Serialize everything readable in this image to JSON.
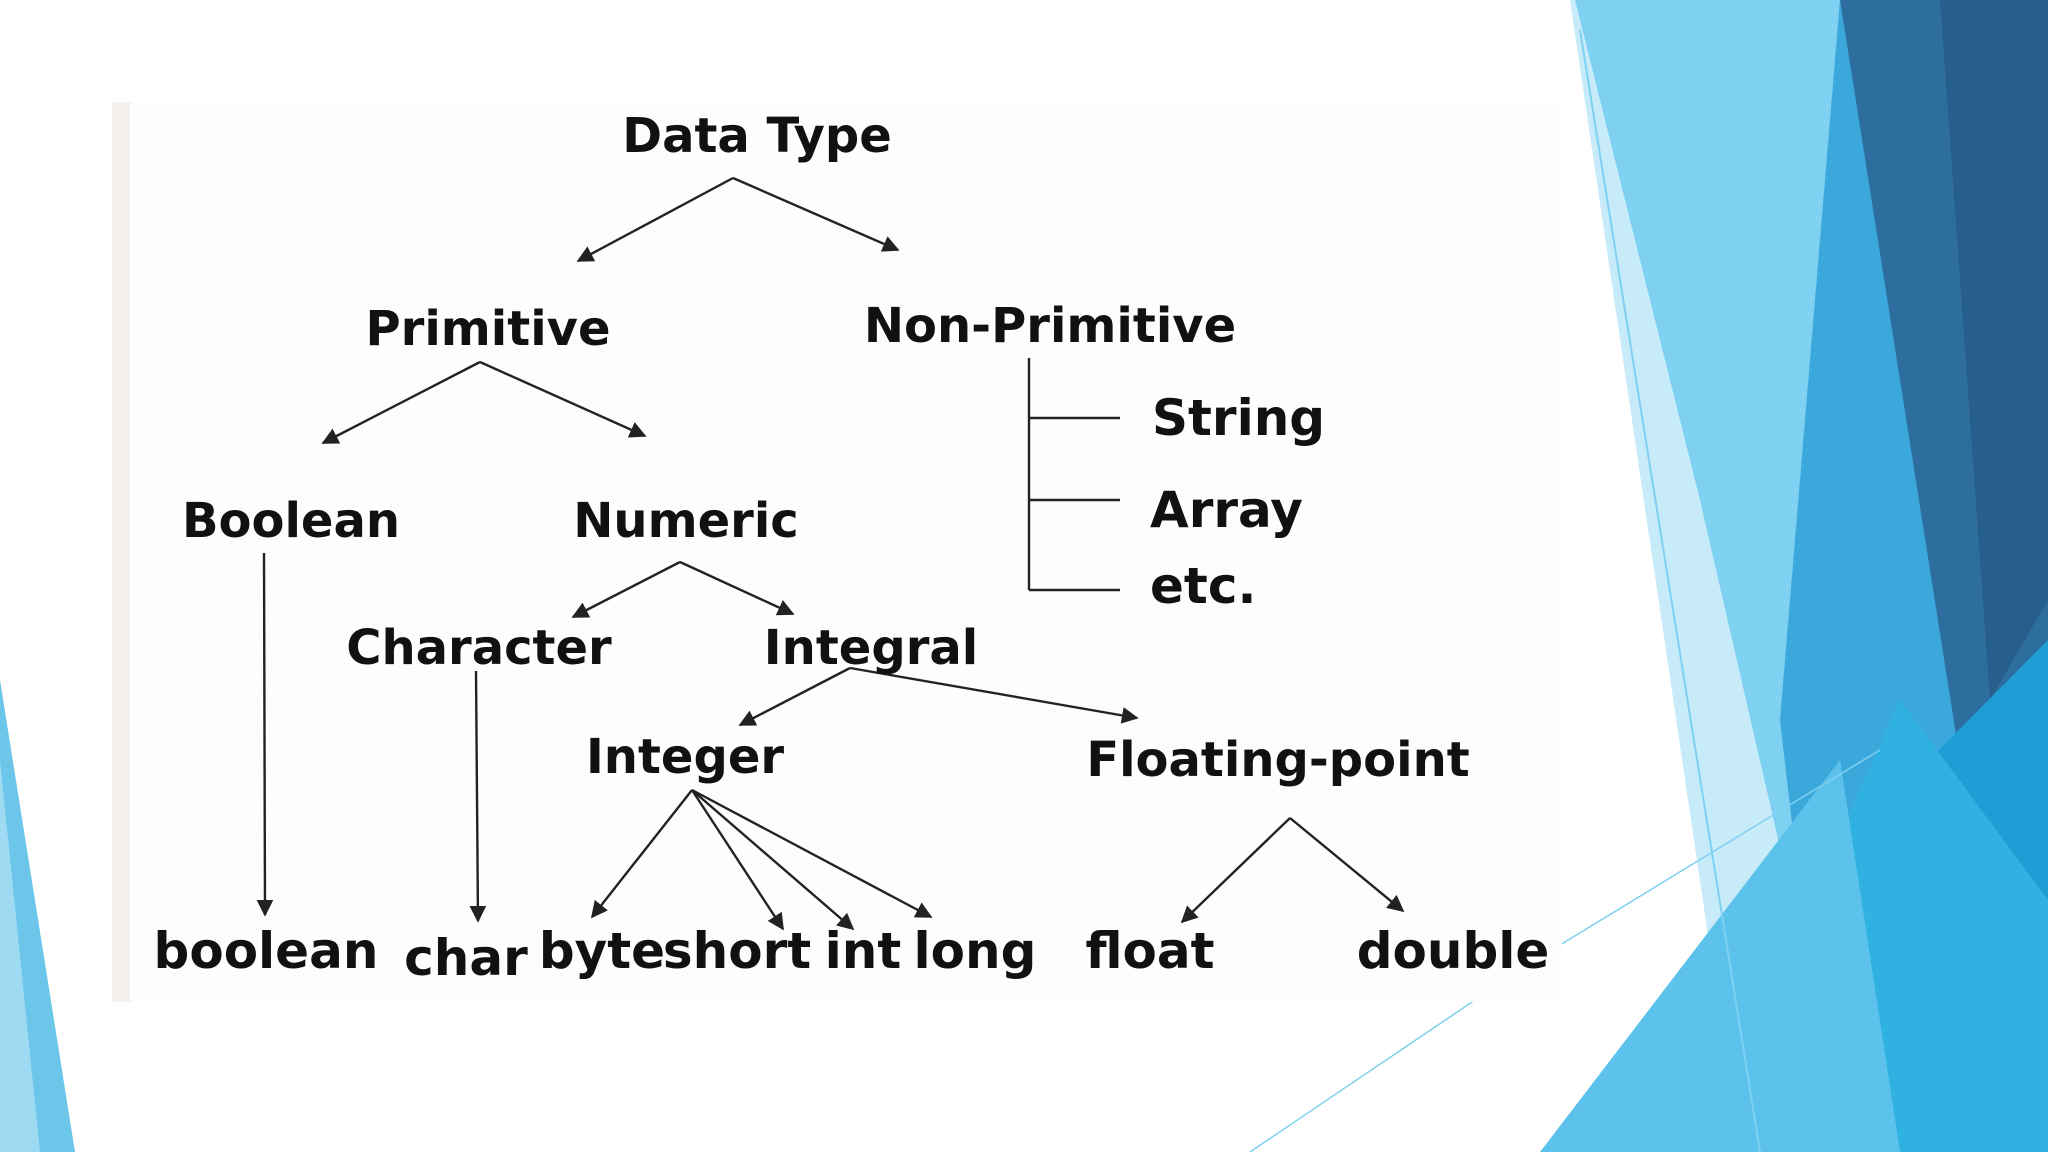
{
  "diagram": {
    "nodes": [
      {
        "id": "data-type",
        "label": "Data Type"
      },
      {
        "id": "primitive",
        "label": "Primitive"
      },
      {
        "id": "non-primitive",
        "label": "Non-Primitive"
      },
      {
        "id": "string",
        "label": "String"
      },
      {
        "id": "array",
        "label": "Array"
      },
      {
        "id": "etc",
        "label": "etc."
      },
      {
        "id": "boolean-cat",
        "label": "Boolean"
      },
      {
        "id": "numeric",
        "label": "Numeric"
      },
      {
        "id": "character",
        "label": "Character"
      },
      {
        "id": "integral",
        "label": "Integral"
      },
      {
        "id": "integer",
        "label": "Integer"
      },
      {
        "id": "floating-point",
        "label": "Floating-point"
      },
      {
        "id": "boolean",
        "label": "boolean"
      },
      {
        "id": "char",
        "label": "char"
      },
      {
        "id": "byte",
        "label": "byte"
      },
      {
        "id": "short",
        "label": "short"
      },
      {
        "id": "int",
        "label": "int"
      },
      {
        "id": "long",
        "label": "long"
      },
      {
        "id": "float",
        "label": "float"
      },
      {
        "id": "double",
        "label": "double"
      }
    ],
    "edges": [
      {
        "from": "data-type",
        "to": "primitive"
      },
      {
        "from": "data-type",
        "to": "non-primitive"
      },
      {
        "from": "non-primitive",
        "to": "string"
      },
      {
        "from": "non-primitive",
        "to": "array"
      },
      {
        "from": "non-primitive",
        "to": "etc"
      },
      {
        "from": "primitive",
        "to": "boolean-cat"
      },
      {
        "from": "primitive",
        "to": "numeric"
      },
      {
        "from": "boolean-cat",
        "to": "boolean"
      },
      {
        "from": "numeric",
        "to": "character"
      },
      {
        "from": "numeric",
        "to": "integral"
      },
      {
        "from": "character",
        "to": "char"
      },
      {
        "from": "integral",
        "to": "integer"
      },
      {
        "from": "integral",
        "to": "floating-point"
      },
      {
        "from": "integer",
        "to": "byte"
      },
      {
        "from": "integer",
        "to": "short"
      },
      {
        "from": "integer",
        "to": "int"
      },
      {
        "from": "integer",
        "to": "long"
      },
      {
        "from": "floating-point",
        "to": "float"
      },
      {
        "from": "floating-point",
        "to": "double"
      }
    ]
  },
  "theme": {
    "accent_dark": "#2b6c9c",
    "accent_mid": "#2aa6dc",
    "accent_light": "#7fd0f0",
    "accent_pale": "#c8ecfa"
  }
}
